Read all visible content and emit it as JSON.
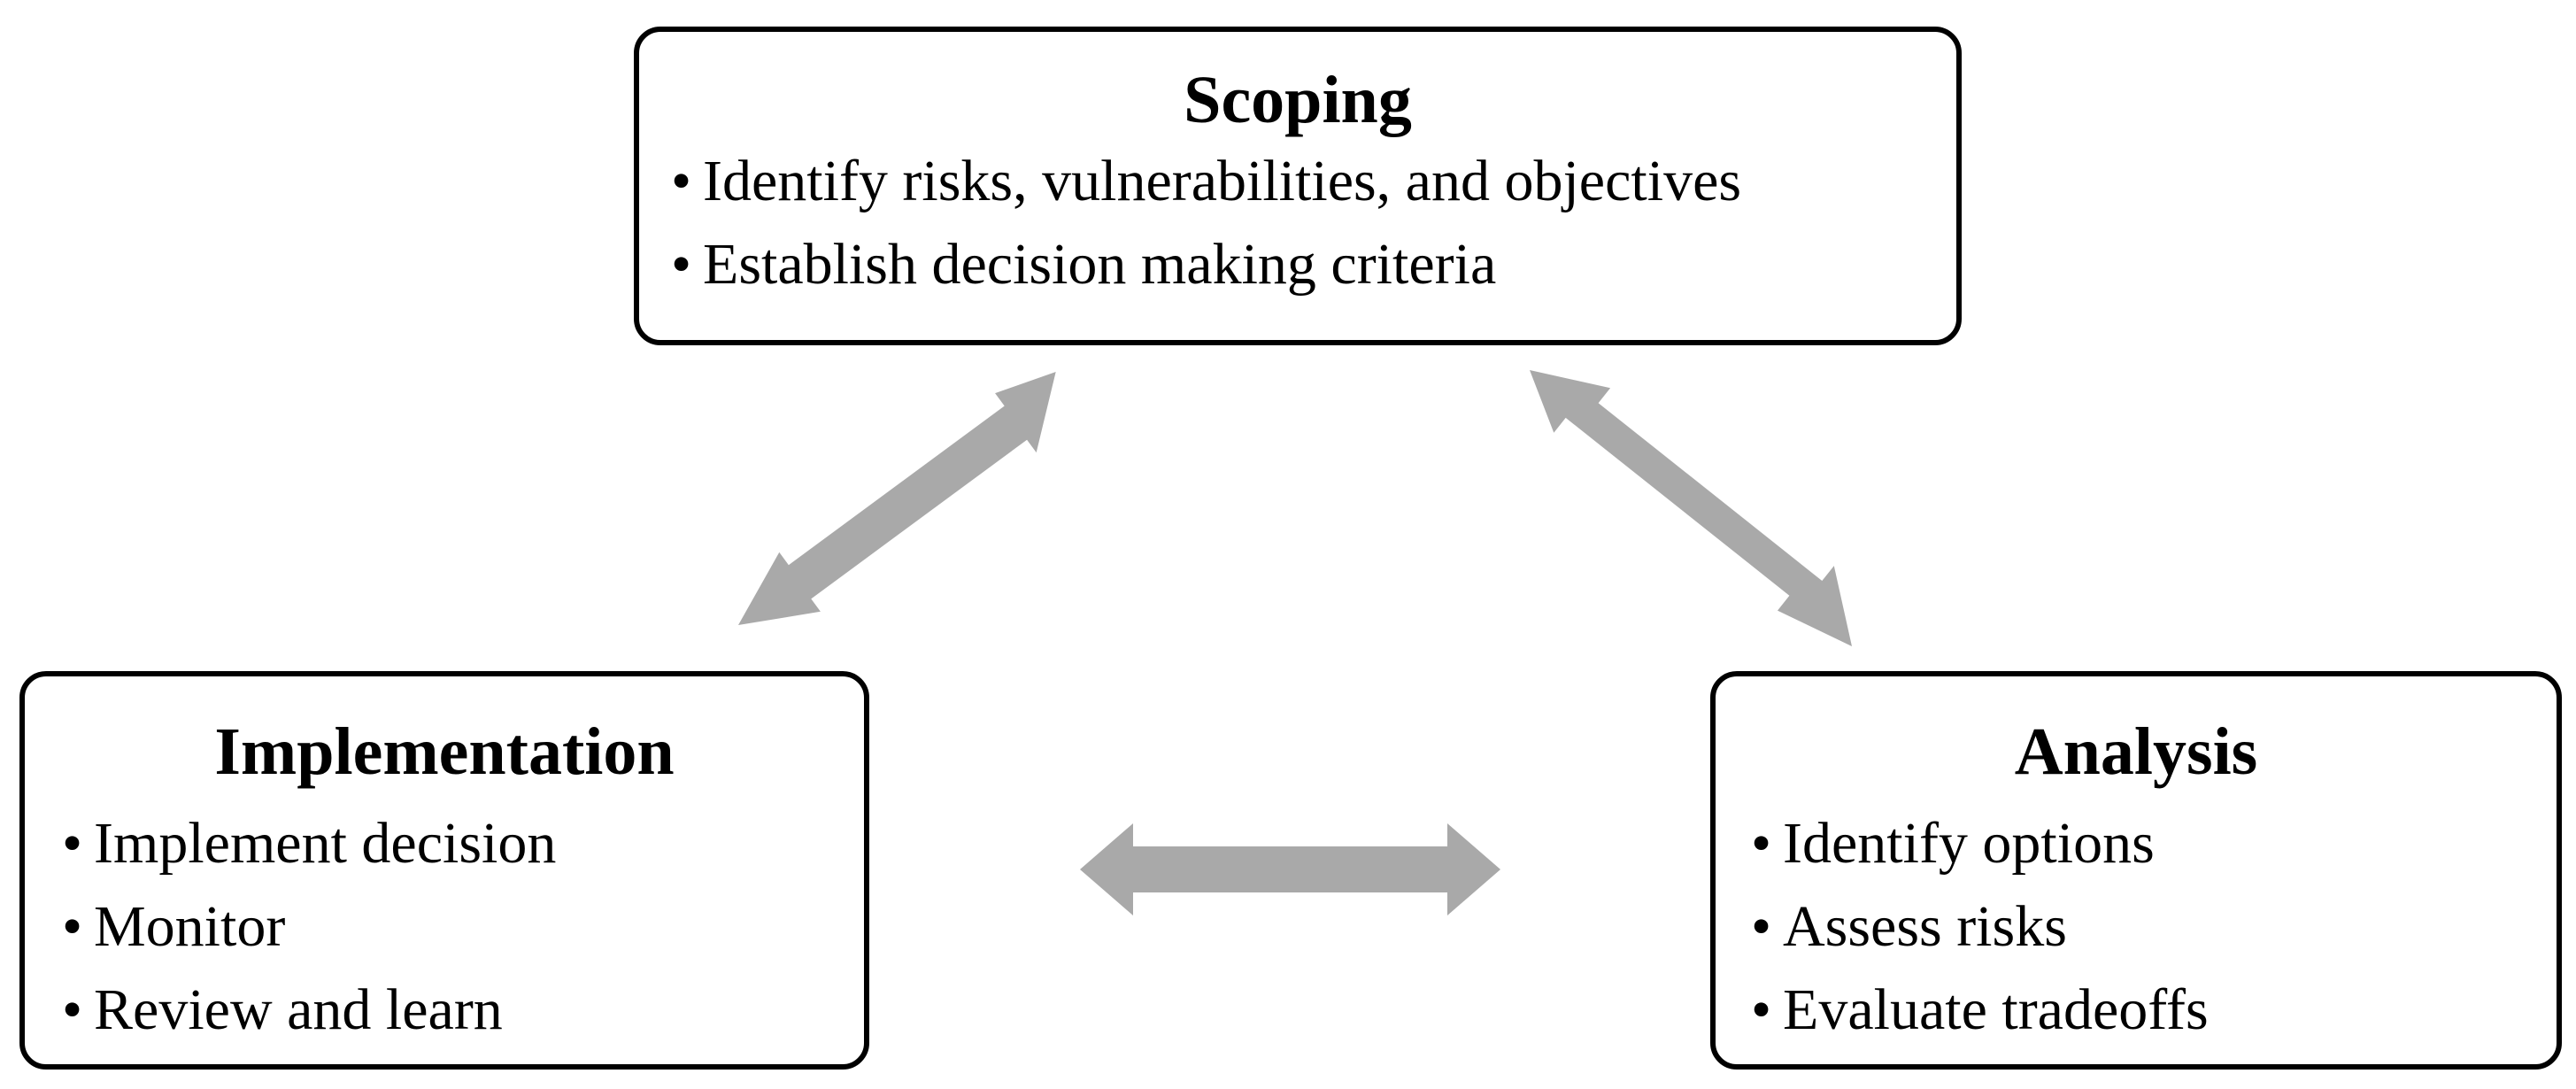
{
  "colors": {
    "border": "#000000",
    "arrow": "#a9a9a9",
    "background": "#ffffff"
  },
  "bullet_glyph": "•",
  "scoping": {
    "title": "Scoping",
    "items": [
      "Identify risks, vulnerabilities, and objectives",
      "Establish decision making criteria"
    ]
  },
  "implementation": {
    "title": "Implementation",
    "items": [
      "Implement decision",
      "Monitor",
      "Review and learn"
    ]
  },
  "analysis": {
    "title": "Analysis",
    "items": [
      "Identify options",
      "Assess risks",
      "Evaluate tradeoffs"
    ]
  }
}
